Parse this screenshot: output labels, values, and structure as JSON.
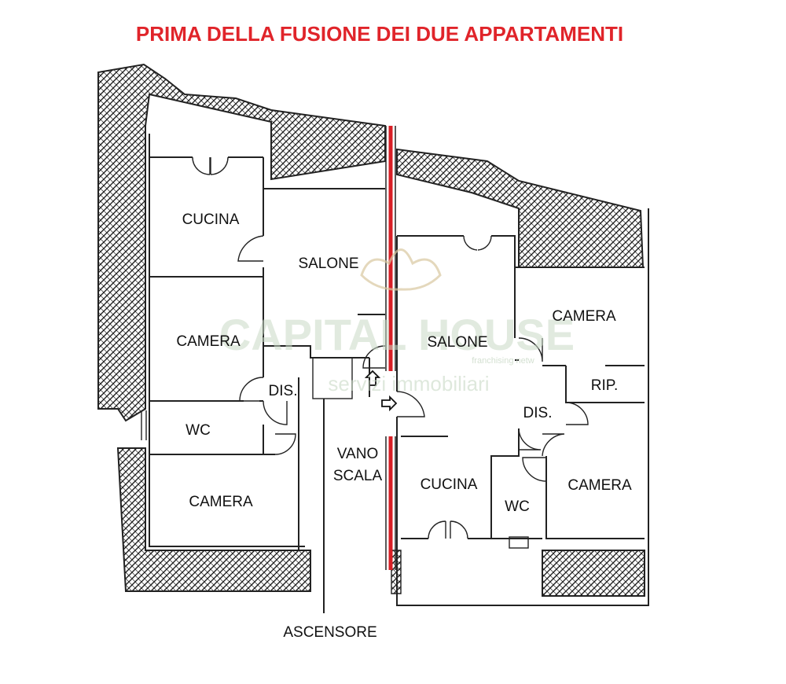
{
  "title": "PRIMA DELLA FUSIONE DEI DUE APPARTAMENTI",
  "watermark": {
    "brand": "CAPITAL HOUSE",
    "tagline": "franchising netw",
    "subtitle": "servizi immobiliari"
  },
  "rooms_left": {
    "kitchen": "CUCINA",
    "living": "SALONE",
    "bedroom_1": "CAMERA",
    "hall": "DIS.",
    "bathroom": "WC",
    "bedroom_2": "CAMERA"
  },
  "rooms_right": {
    "living": "SALONE",
    "bedroom_1": "CAMERA",
    "storage": "RIP.",
    "hall": "DIS.",
    "kitchen": "CUCINA",
    "bathroom": "WC",
    "bedroom_2": "CAMERA"
  },
  "stair": {
    "line1": "VANO",
    "line2": "SCALA"
  },
  "elevator_label": "ASCENSORE",
  "colors": {
    "title": "#e0242a",
    "wall_highlight": "#d81f26",
    "walls": "#222222",
    "watermark": "#c9d9c6"
  }
}
